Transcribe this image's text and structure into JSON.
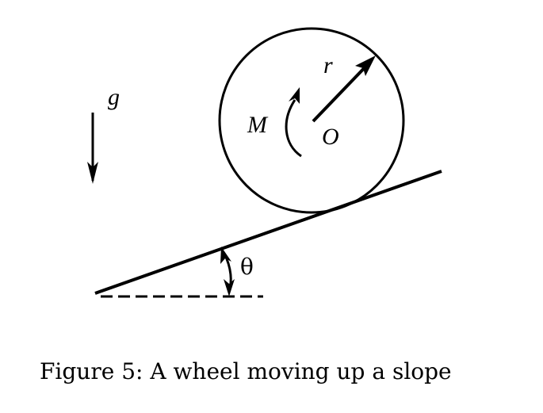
{
  "figure": {
    "labels": {
      "gravity": "g",
      "radius": "r",
      "moment": "M",
      "center": "O",
      "angle": "θ"
    },
    "caption": "Figure 5: A wheel moving up a slope",
    "colors": {
      "stroke": "#000000",
      "background": "#ffffff"
    }
  }
}
